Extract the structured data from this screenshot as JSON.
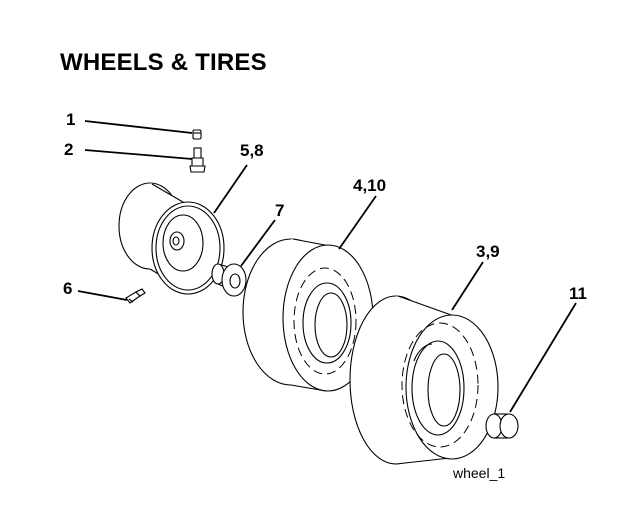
{
  "title": "WHEELS & TIRES",
  "figure_label": "wheel_1",
  "callouts": {
    "c1": "1",
    "c2": "2",
    "c58": "5,8",
    "c7": "7",
    "c410": "4,10",
    "c39": "3,9",
    "c6": "6",
    "c11": "11"
  },
  "colors": {
    "ink": "#000000",
    "background": "#ffffff"
  }
}
